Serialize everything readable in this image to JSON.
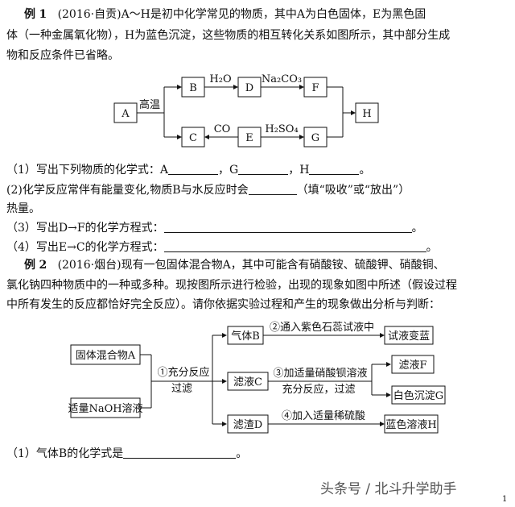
{
  "ex1": {
    "label": "例",
    "num": "1",
    "line1": "(2016·自贡)A～H是初中化学常见的物质，其中A为白色固体，E为黑色固",
    "line2": "体（一种金属氧化物），H为蓝色沉淀，这些物质的相互转化关系如图所示，其中部分生成",
    "line3": "物和反应条件已省略。",
    "diagram": {
      "A": "A",
      "B": "B",
      "C": "C",
      "D": "D",
      "E": "E",
      "F": "F",
      "G": "G",
      "H": "H",
      "gaowen": "高温",
      "h2o": "H₂O",
      "na2co3": "Na₂CO₃",
      "co": "CO",
      "h2so4": "H₂SO₄"
    },
    "q1": {
      "pre": "（1）写出下列物质的化学式：A",
      "g": "，G",
      "h": "，H",
      "end": "。"
    },
    "q2": {
      "pre": "(2)化学反应常伴有能量变化,物质B与水反应时会",
      "post": "（填“吸收”或“放出”）",
      "cont": "热量。"
    },
    "q3": {
      "pre": "（3）写出D→F的化学方程式：",
      "end": "。"
    },
    "q4": {
      "pre": "（4）写出E→C的化学方程式：",
      "end": "。"
    }
  },
  "ex2": {
    "label": "例",
    "num": "2",
    "line1": "(2016·烟台)现有一包固体混合物A，其中可能含有硝酸铵、硫酸钾、硝酸铜、",
    "line2": "氯化钠四种物质中的一种或多种。现按图所示进行检验，出现的现象如图中所述（假设过程",
    "line3": "中所有发生的反应都恰好完全反应）。请你依据实验过程和产生的现象做出分析与判断：",
    "diagram": {
      "solidA": "固体混合物A",
      "naoh": "适量NaOH溶液",
      "react1": "①充分反应",
      "filter1": "过滤",
      "gasB": "气体B",
      "filtrateC": "滤液C",
      "residueD": "滤渣D",
      "step2": "②通入紫色石蕊试液中",
      "step3": "③加适量硝酸钡溶液",
      "step3b": "充分反应，过滤",
      "step4": "④加入适量稀硫酸",
      "turnBlue": "试液变蓝",
      "filtrateF": "滤液F",
      "whiteG": "白色沉淀G",
      "blueH": "蓝色溶液H"
    },
    "q1": {
      "pre": "（1）气体B的化学式是",
      "end": "。"
    }
  },
  "watermark": "头条号 / 北斗升学助手",
  "page_number": "1"
}
